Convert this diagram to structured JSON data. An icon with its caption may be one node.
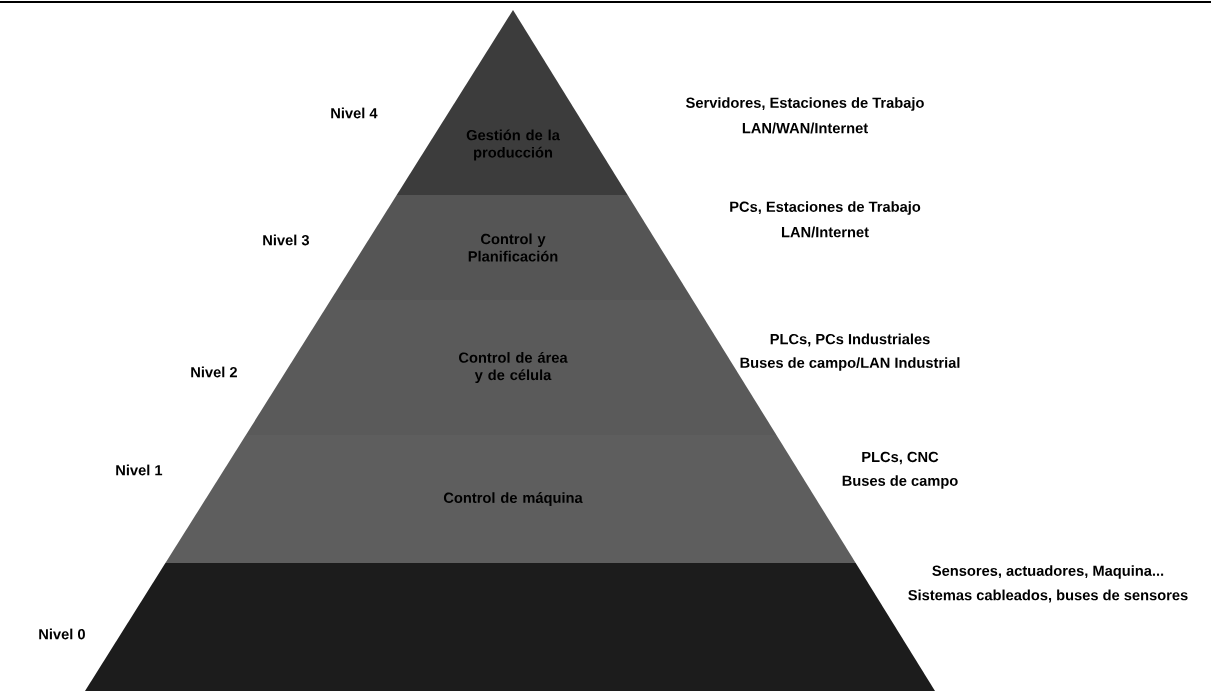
{
  "diagram": {
    "nodes": [
      {
        "text": [
          "Gestión de la producción"
        ],
        "beside": [
          "Nivel 4",
          "Servidores, Estaciones de Trabajo",
          "LAN/WAN/Internet"
        ]
      },
      {
        "text": [
          "Control y Planificación"
        ],
        "beside": [
          "Nivel 3",
          "PCs, Estaciones de Trabajo",
          "LAN/Internet"
        ]
      },
      {
        "text": [
          "Control de área y de célula"
        ],
        "beside": [
          "Nivel 2",
          "PLCs, PCs Industriales",
          "Buses de campo/LAN Industrial"
        ]
      },
      {
        "text": [
          "Control de máquina"
        ],
        "beside": [
          "Nivel 1",
          "PLCs, CNC",
          "Buses de campo"
        ]
      },
      {
        "text": [],
        "shape": "box",
        "beside": [
          "Nivel 0",
          "Sensores, actuadores, Maquina...",
          "Sistemas cableados, buses de sensores"
        ]
      }
    ]
  }
}
